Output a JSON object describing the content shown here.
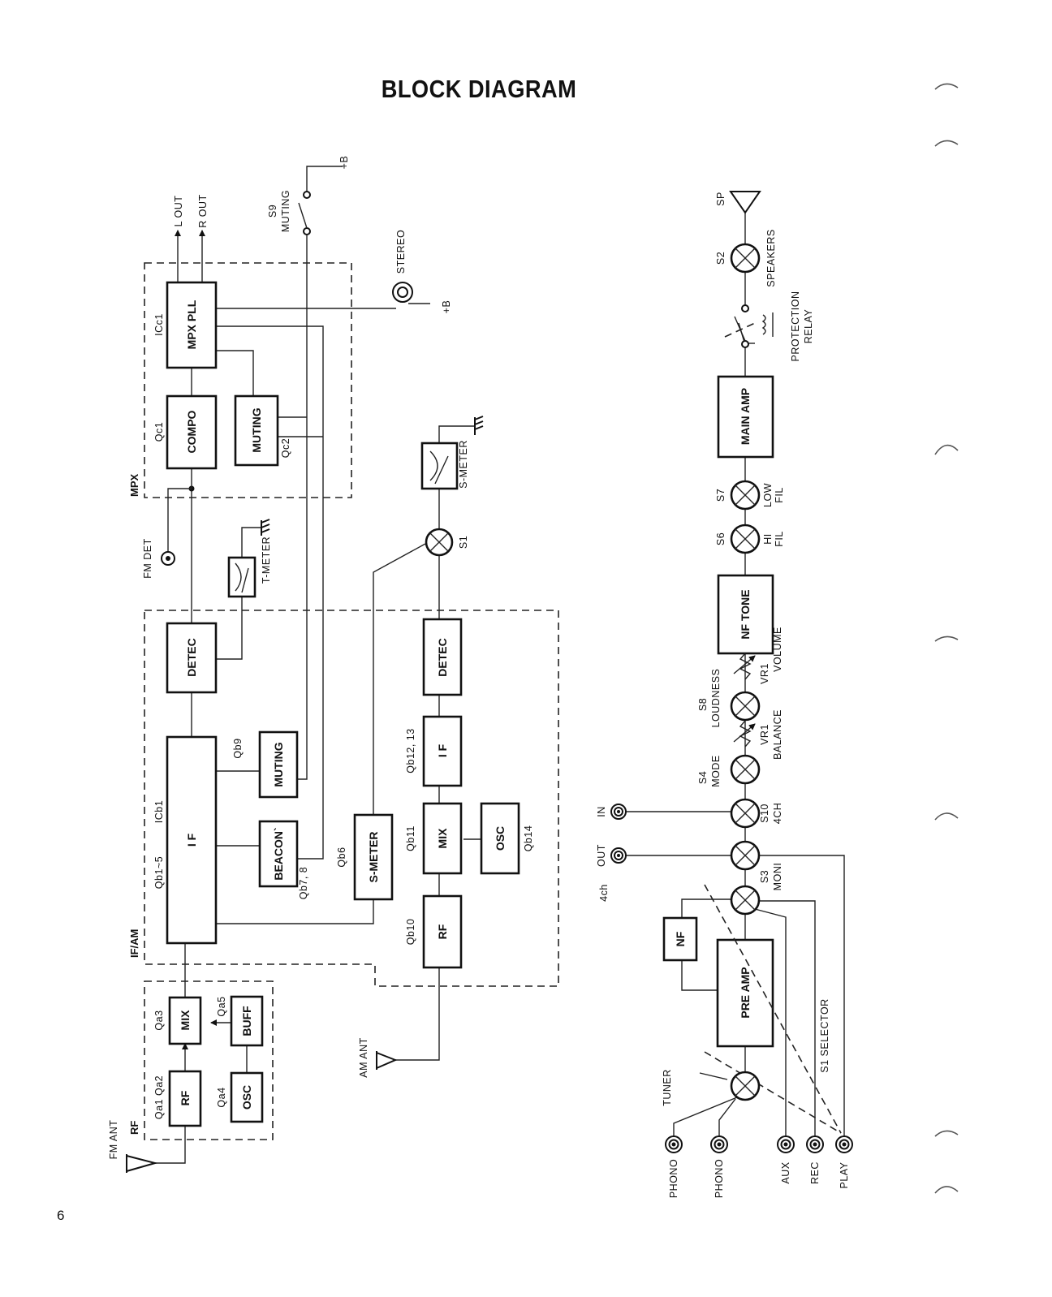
{
  "title": "BLOCK DIAGRAM",
  "page_number": "6",
  "groups": {
    "rf": "RF",
    "if_am": "IF/AM",
    "mpx": "MPX"
  },
  "blocks": {
    "rf": "RF",
    "mix": "MIX",
    "osc": "OSC",
    "buff": "BUFF",
    "if_main": "I F",
    "beacon": "BEACON`",
    "muting_b": "MUTING",
    "detec_fm": "DETEC",
    "compo": "COMPO",
    "muting_c": "MUTING",
    "mpx_pll": "MPX PLL",
    "am_rf": "RF",
    "am_mix": "MIX",
    "am_osc": "OSC",
    "am_if": "I F",
    "am_detec": "DETEC",
    "s_meter_block": "S-METER",
    "pre_amp": "PRE AMP",
    "nf": "NF",
    "nf_tone": "NF TONE",
    "main_amp": "MAIN AMP"
  },
  "refs": {
    "qa1_qa2": "Qa1 Qa2",
    "qa3": "Qa3",
    "qa4": "Qa4",
    "qa5": "Qa5",
    "qb1_5": "Qb1~5",
    "icb1": "ICb1",
    "qb7_8": "Qb7, 8",
    "qb9": "Qb9",
    "qb6": "Qb6",
    "qb10": "Qb10",
    "qb11": "Qb11",
    "qb12_13": "Qb12, 13",
    "qb14": "Qb14",
    "qc1": "Qc1",
    "qc2": "Qc2",
    "icc1": "ICc1"
  },
  "labels": {
    "fm_ant": "FM ANT",
    "am_ant": "AM ANT",
    "fm_det": "FM DET",
    "t_meter": "T-METER",
    "s_meter": "S-METER",
    "s1": "S1",
    "l_out": "L  OUT",
    "r_out": "R  OUT",
    "s9": "S9",
    "muting_switch": "MUTING",
    "plus_b_top": "+B",
    "stereo": "STEREO",
    "plus_b_stereo": "+B",
    "sp": "SP",
    "s2": "S2",
    "speakers": "SPEAKERS",
    "protection": "PROTECTION",
    "relay": "RELAY",
    "s7": "S7",
    "low_fil_1": "LOW",
    "low_fil_2": "FIL",
    "s6": "S6",
    "hi_fil_1": "HI",
    "hi_fil_2": "FIL",
    "vr1_volume_1": "VR1",
    "vr1_volume_2": "VOLUME",
    "s8": "S8",
    "loudness": "LOUDNESS",
    "vr1_balance_1": "VR1",
    "vr1_balance_2": "BALANCE",
    "s4": "S4",
    "mode": "MODE",
    "s10": "S10",
    "four_ch": "4CH",
    "s3": "S3",
    "moni": "MONI",
    "in": "IN",
    "out": "OUT",
    "four_ch_lower": "4ch",
    "s1_selector": "S1  SELECTOR",
    "tuner": "TUNER",
    "phono_1": "PHONO",
    "phono_2": "PHONO",
    "aux": "AUX",
    "rec": "REC",
    "play": "PLAY"
  }
}
